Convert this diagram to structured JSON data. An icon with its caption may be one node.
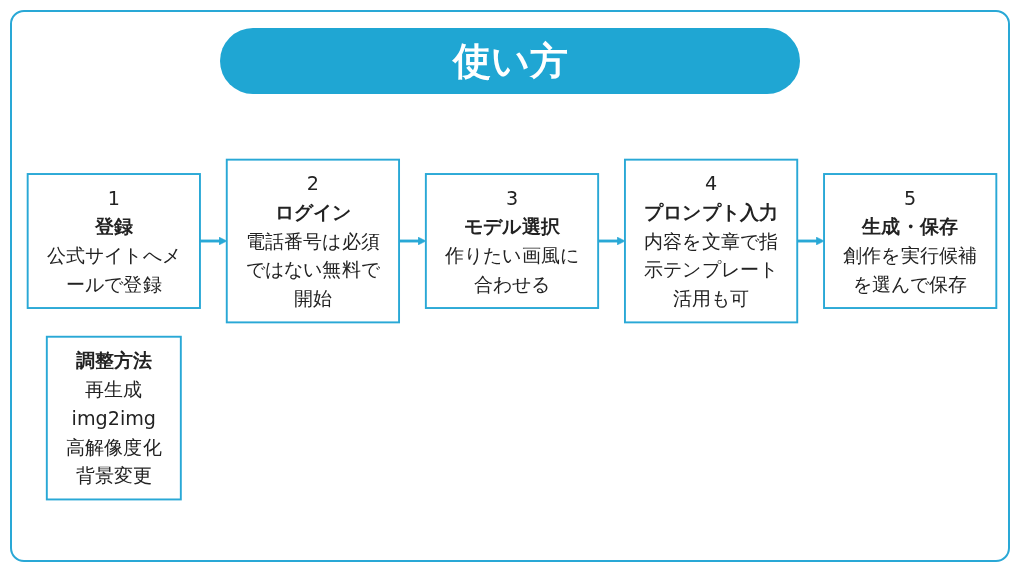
{
  "diagram": {
    "title": "使い方",
    "nodes": [
      {
        "text": [
          "1",
          "登録",
          "公式サイトへメールで登録"
        ]
      },
      {
        "text": [
          "2",
          "ログイン",
          "電話番号は必須ではない無料で開始"
        ]
      },
      {
        "text": [
          "3",
          "モデル選択",
          "作りたい画風に合わせる"
        ]
      },
      {
        "text": [
          "4",
          "プロンプト入力",
          "内容を文章で指示テンプレート活用も可"
        ]
      },
      {
        "text": [
          "5",
          "生成・保存",
          "創作を実行候補を選んで保存"
        ]
      },
      {
        "text": [
          "調整方法",
          "再生成",
          "img2img",
          "高解像度化",
          "背景変更"
        ]
      }
    ],
    "edges": [
      {
        "from": 0,
        "to": 1,
        "arrow": "to"
      },
      {
        "from": 1,
        "to": 2,
        "arrow": "to"
      },
      {
        "from": 2,
        "to": 3,
        "arrow": "to"
      },
      {
        "from": 3,
        "to": 4,
        "arrow": "to"
      }
    ]
  }
}
